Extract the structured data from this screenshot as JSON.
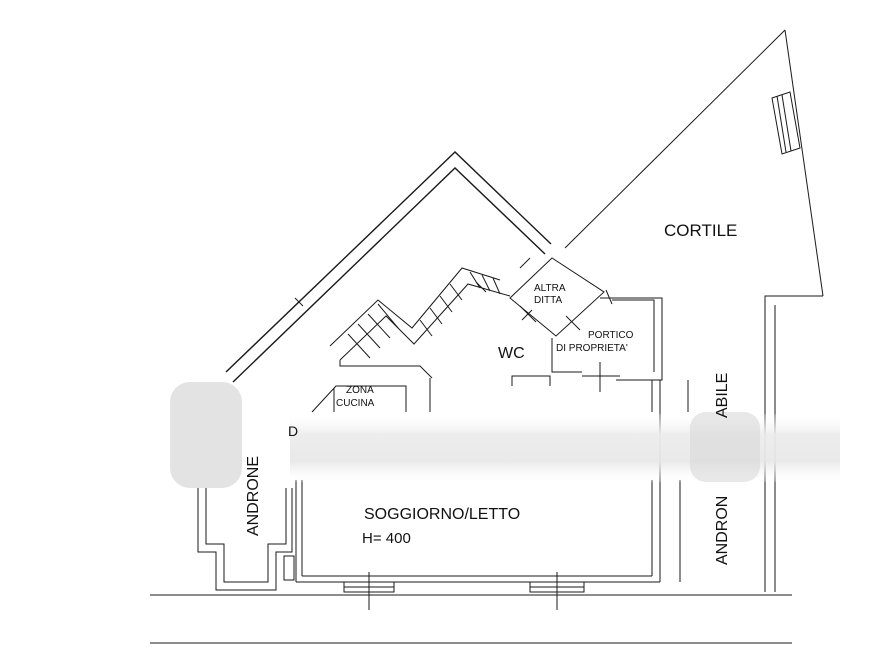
{
  "rooms": {
    "cortile": "CORTILE",
    "altra_ditta_line1": "ALTRA",
    "altra_ditta_line2": "DITTA",
    "portico_line1": "PORTICO",
    "portico_line2": "DI PROPRIETA'",
    "wc": "WC",
    "zona_cucina_line1": "ZONA",
    "zona_cucina_line2": "CUCINA",
    "androne_left": "ANDRONE",
    "androne_right": "ANDRON",
    "androne_right_partial": "ABILE",
    "soggiorno": "SOGGIORNO/LETTO",
    "height": "H= 400",
    "partial_letter": "D"
  },
  "colors": {
    "line": "#1a1a1a",
    "background": "#ffffff",
    "blur": "#d9d9d9"
  }
}
